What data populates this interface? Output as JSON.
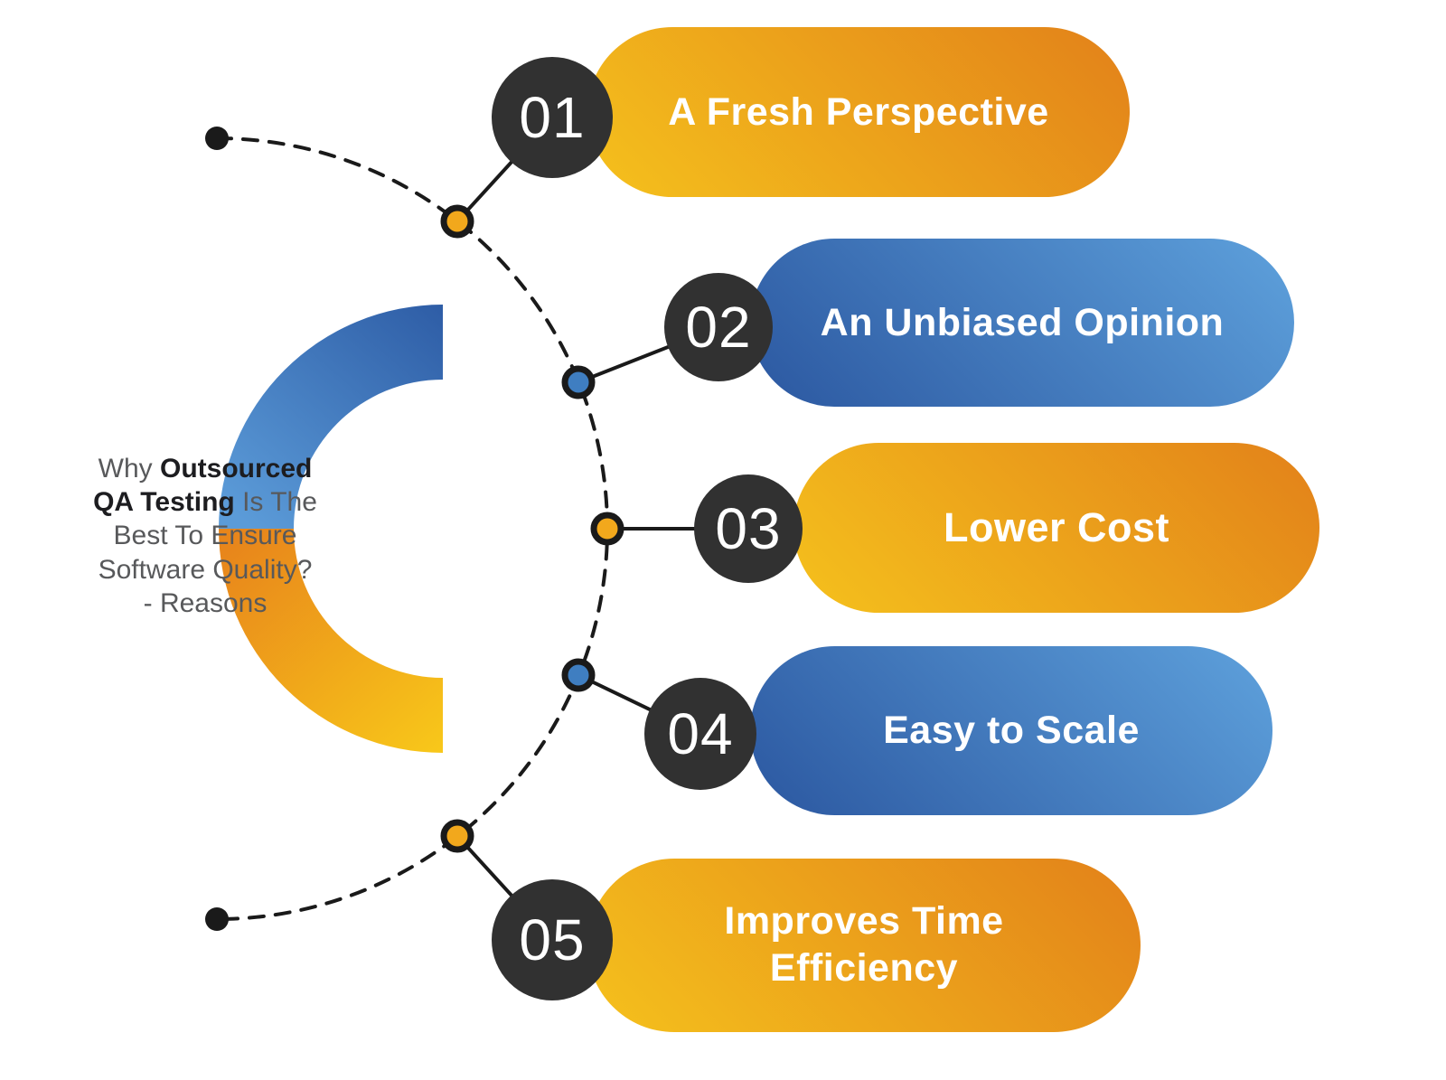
{
  "title": {
    "part1": "Why ",
    "part2": "Outsourced",
    "part3": "QA Testing",
    "part4": " Is The",
    "part5": "Best To Ensure",
    "part6": "Software Quality?",
    "part7": "- Reasons"
  },
  "items": [
    {
      "number": "01",
      "label": "A Fresh Perspective",
      "theme": "orange"
    },
    {
      "number": "02",
      "label": "An Unbiased Opinion",
      "theme": "blue"
    },
    {
      "number": "03",
      "label": "Lower Cost",
      "theme": "orange"
    },
    {
      "number": "04",
      "label": "Easy to Scale",
      "theme": "blue"
    },
    {
      "number": "05",
      "label": "Improves Time Efficiency",
      "theme": "orange"
    }
  ],
  "colors": {
    "orange_dark": "#E2811A",
    "orange_light": "#F5C11C",
    "blue_dark": "#2B57A0",
    "blue_light": "#5EA1DC",
    "badge_background": "#313131",
    "connector_line": "#1A1A1A",
    "title_gray": "#58595B",
    "title_dark": "#1D1D20"
  }
}
